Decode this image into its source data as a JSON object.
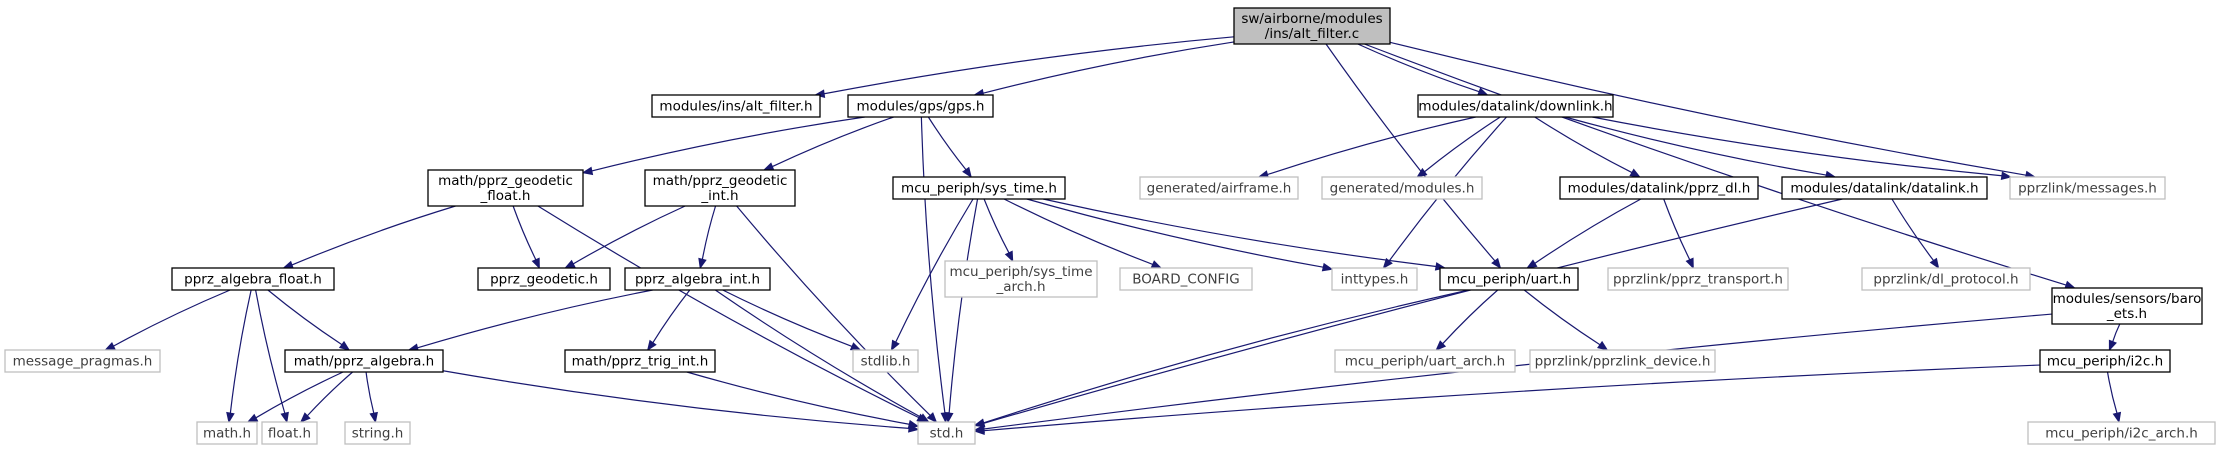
{
  "graph": {
    "colors": {
      "edge": "#191970",
      "root_fill": "#bfbfbf",
      "border": "#000000",
      "border_muted": "#bfbfbf",
      "text": "#000000",
      "text_muted": "#404040"
    },
    "nodes": [
      {
        "id": "root",
        "lines": [
          "sw/airborne/modules",
          "/ins/alt_filter.c"
        ],
        "style": "root"
      },
      {
        "id": "altfilter",
        "lines": [
          "modules/ins/alt_filter.h"
        ],
        "style": "file"
      },
      {
        "id": "gps",
        "lines": [
          "modules/gps/gps.h"
        ],
        "style": "file"
      },
      {
        "id": "downlink",
        "lines": [
          "modules/datalink/downlink.h"
        ],
        "style": "file"
      },
      {
        "id": "messages",
        "lines": [
          "pprzlink/messages.h"
        ],
        "style": "ext"
      },
      {
        "id": "baro",
        "lines": [
          "modules/sensors/baro",
          "_ets.h"
        ],
        "style": "file"
      },
      {
        "id": "geofloat",
        "lines": [
          "math/pprz_geodetic",
          "_float.h"
        ],
        "style": "file"
      },
      {
        "id": "geoint",
        "lines": [
          "math/pprz_geodetic",
          "_int.h"
        ],
        "style": "file"
      },
      {
        "id": "systime",
        "lines": [
          "mcu_periph/sys_time.h"
        ],
        "style": "file"
      },
      {
        "id": "airframe",
        "lines": [
          "generated/airframe.h"
        ],
        "style": "ext"
      },
      {
        "id": "genmodules",
        "lines": [
          "generated/modules.h"
        ],
        "style": "ext"
      },
      {
        "id": "pprzdl",
        "lines": [
          "modules/datalink/pprz_dl.h"
        ],
        "style": "file"
      },
      {
        "id": "datalink",
        "lines": [
          "modules/datalink/datalink.h"
        ],
        "style": "file"
      },
      {
        "id": "algfloat",
        "lines": [
          "pprz_algebra_float.h"
        ],
        "style": "file"
      },
      {
        "id": "geodetic",
        "lines": [
          "pprz_geodetic.h"
        ],
        "style": "file"
      },
      {
        "id": "algint",
        "lines": [
          "pprz_algebra_int.h"
        ],
        "style": "file"
      },
      {
        "id": "systimearch",
        "lines": [
          "mcu_periph/sys_time",
          "_arch.h"
        ],
        "style": "ext"
      },
      {
        "id": "boardcfg",
        "lines": [
          "BOARD_CONFIG"
        ],
        "style": "ext"
      },
      {
        "id": "inttypes",
        "lines": [
          "inttypes.h"
        ],
        "style": "ext"
      },
      {
        "id": "uart",
        "lines": [
          "mcu_periph/uart.h"
        ],
        "style": "file"
      },
      {
        "id": "transport",
        "lines": [
          "pprzlink/pprz_transport.h"
        ],
        "style": "ext"
      },
      {
        "id": "dlproto",
        "lines": [
          "pprzlink/dl_protocol.h"
        ],
        "style": "ext"
      },
      {
        "id": "msgpragmas",
        "lines": [
          "message_pragmas.h"
        ],
        "style": "ext"
      },
      {
        "id": "algebra",
        "lines": [
          "math/pprz_algebra.h"
        ],
        "style": "file"
      },
      {
        "id": "trigint",
        "lines": [
          "math/pprz_trig_int.h"
        ],
        "style": "file"
      },
      {
        "id": "stdlib",
        "lines": [
          "stdlib.h"
        ],
        "style": "ext"
      },
      {
        "id": "uartarch",
        "lines": [
          "mcu_periph/uart_arch.h"
        ],
        "style": "ext"
      },
      {
        "id": "device",
        "lines": [
          "pprzlink/pprzlink_device.h"
        ],
        "style": "ext"
      },
      {
        "id": "i2c",
        "lines": [
          "mcu_periph/i2c.h"
        ],
        "style": "file"
      },
      {
        "id": "mathh",
        "lines": [
          "math.h"
        ],
        "style": "ext"
      },
      {
        "id": "floath",
        "lines": [
          "float.h"
        ],
        "style": "ext"
      },
      {
        "id": "stringh",
        "lines": [
          "string.h"
        ],
        "style": "ext"
      },
      {
        "id": "stdh",
        "lines": [
          "std.h"
        ],
        "style": "ext"
      },
      {
        "id": "i2carch",
        "lines": [
          "mcu_periph/i2c_arch.h"
        ],
        "style": "ext"
      }
    ],
    "edges": [
      [
        "root",
        "altfilter"
      ],
      [
        "root",
        "gps"
      ],
      [
        "root",
        "downlink"
      ],
      [
        "root",
        "messages"
      ],
      [
        "root",
        "baro"
      ],
      [
        "root",
        "uart"
      ],
      [
        "gps",
        "geofloat"
      ],
      [
        "gps",
        "geoint"
      ],
      [
        "gps",
        "systime"
      ],
      [
        "gps",
        "stdh"
      ],
      [
        "downlink",
        "airframe"
      ],
      [
        "downlink",
        "genmodules"
      ],
      [
        "downlink",
        "pprzdl"
      ],
      [
        "downlink",
        "datalink"
      ],
      [
        "downlink",
        "messages"
      ],
      [
        "downlink",
        "inttypes"
      ],
      [
        "geofloat",
        "algfloat"
      ],
      [
        "geofloat",
        "geodetic"
      ],
      [
        "geofloat",
        "stdh"
      ],
      [
        "geoint",
        "geodetic"
      ],
      [
        "geoint",
        "algint"
      ],
      [
        "geoint",
        "stdh"
      ],
      [
        "systime",
        "systimearch"
      ],
      [
        "systime",
        "boardcfg"
      ],
      [
        "systime",
        "inttypes"
      ],
      [
        "systime",
        "uart"
      ],
      [
        "systime",
        "stdlib"
      ],
      [
        "systime",
        "stdh"
      ],
      [
        "pprzdl",
        "uart"
      ],
      [
        "pprzdl",
        "transport"
      ],
      [
        "datalink",
        "dlproto"
      ],
      [
        "datalink",
        "stdh"
      ],
      [
        "algfloat",
        "msgpragmas"
      ],
      [
        "algfloat",
        "algebra"
      ],
      [
        "algfloat",
        "mathh"
      ],
      [
        "algfloat",
        "floath"
      ],
      [
        "algint",
        "algebra"
      ],
      [
        "algint",
        "trigint"
      ],
      [
        "algint",
        "stdlib"
      ],
      [
        "algint",
        "stdh"
      ],
      [
        "algebra",
        "mathh"
      ],
      [
        "algebra",
        "floath"
      ],
      [
        "algebra",
        "stringh"
      ],
      [
        "algebra",
        "stdh"
      ],
      [
        "trigint",
        "stdh"
      ],
      [
        "uart",
        "uartarch"
      ],
      [
        "uart",
        "device"
      ],
      [
        "uart",
        "stdh"
      ],
      [
        "baro",
        "i2c"
      ],
      [
        "baro",
        "stdh"
      ],
      [
        "i2c",
        "i2carch"
      ],
      [
        "i2c",
        "stdh"
      ]
    ]
  }
}
